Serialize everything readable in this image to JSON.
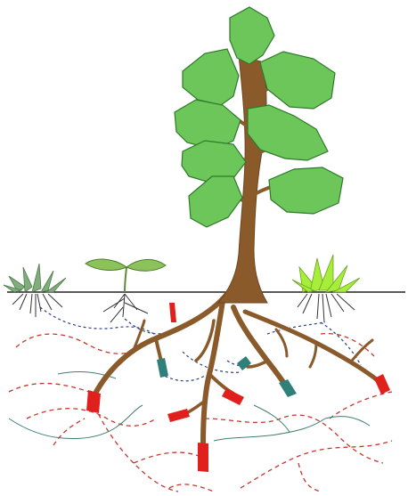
{
  "colors": {
    "background": "#ffffff",
    "ground_line": "#222222",
    "trunk": "#8a5a2b",
    "trunk_dark": "#6e4520",
    "leaf": "#6cc65a",
    "leaf_edge": "#2f7a2a",
    "seedling_leaf": "#8bc25a",
    "grass_left": "#7fae7a",
    "grass_right": "#a6ee3a",
    "small_roots": "#333333",
    "network_red": "#c0392b",
    "network_blue": "#2b3f8c",
    "network_teal": "#3f7f72",
    "root_tip_red": "#e0201c",
    "root_tip_teal": "#2f7f7a"
  },
  "scene": {
    "plants": [
      "grass-clump-left",
      "seedling",
      "tree",
      "grass-clump-right"
    ],
    "mycorrhizal_network": [
      "red-dashed-hyphae",
      "blue-dotted-hyphae",
      "teal-solid-hyphae"
    ]
  }
}
